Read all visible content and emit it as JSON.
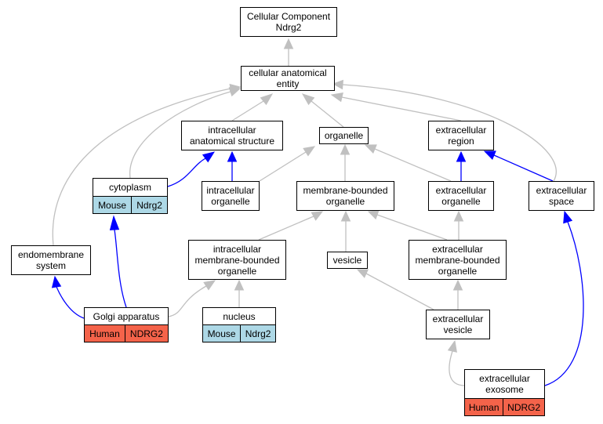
{
  "colors": {
    "gray_edge": "#c0c0c0",
    "blue_edge": "#0000ff",
    "mouse_bg": "#add8e6",
    "human_bg": "#f4634a"
  },
  "nodes": {
    "cc": {
      "label": "Cellular Component\nNdrg2"
    },
    "cae": {
      "label": "cellular anatomical\nentity"
    },
    "ias": {
      "label": "intracellular\nanatomical structure"
    },
    "organelle": {
      "label": "organelle"
    },
    "ecr": {
      "label": "extracellular\nregion"
    },
    "cytoplasm": {
      "label": "cytoplasm",
      "tags": [
        "Mouse",
        "Ndrg2"
      ]
    },
    "io": {
      "label": "intracellular\norganelle"
    },
    "mbo": {
      "label": "membrane-bounded\norganelle"
    },
    "eco": {
      "label": "extracellular\norganelle"
    },
    "ecs": {
      "label": "extracellular\nspace"
    },
    "ems": {
      "label": "endomembrane\nsystem"
    },
    "imbo": {
      "label": "intracellular\nmembrane-bounded\norganelle"
    },
    "vesicle": {
      "label": "vesicle"
    },
    "embo": {
      "label": "extracellular\nmembrane-bounded\norganelle"
    },
    "golgi": {
      "label": "Golgi apparatus",
      "tags": [
        "Human",
        "NDRG2"
      ]
    },
    "nucleus": {
      "label": "nucleus",
      "tags": [
        "Mouse",
        "Ndrg2"
      ]
    },
    "ecv": {
      "label": "extracellular\nvesicle"
    },
    "exo": {
      "label": "extracellular\nexosome",
      "tags": [
        "Human",
        "NDRG2"
      ]
    }
  }
}
